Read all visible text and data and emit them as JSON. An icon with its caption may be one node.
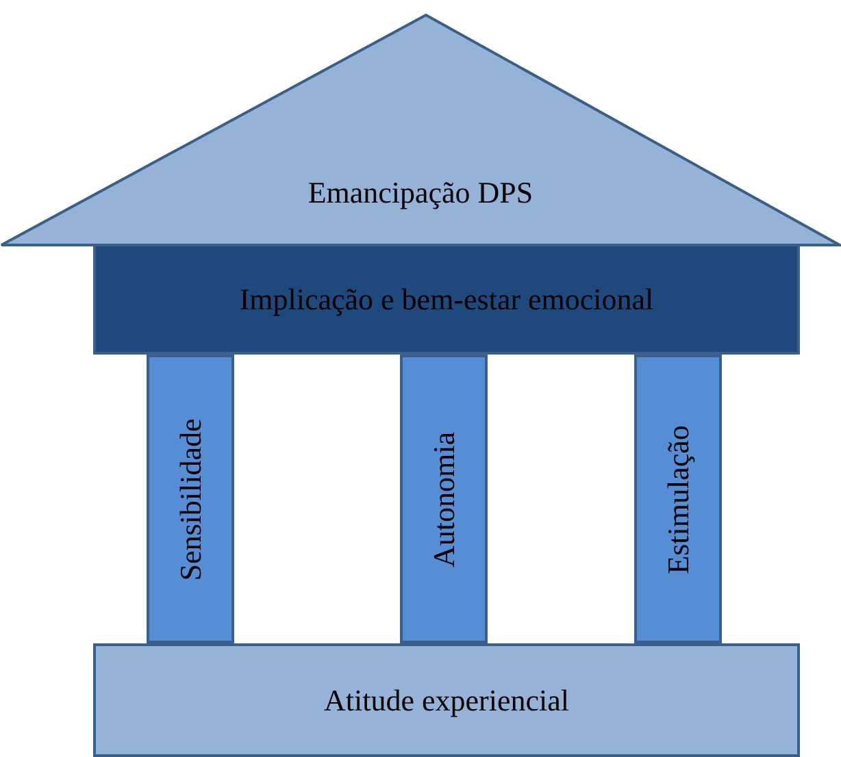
{
  "diagram": {
    "nodes": [
      {
        "text": [
          "Emancipação DPS"
        ]
      },
      {
        "text": [
          "Implicação e bem-estar emocional"
        ]
      },
      {
        "text": [
          "Sensibilidade"
        ]
      },
      {
        "text": [
          "Autonomia"
        ]
      },
      {
        "text": [
          "Estimulação"
        ]
      },
      {
        "text": [
          "Atitude experiencial"
        ]
      }
    ]
  }
}
